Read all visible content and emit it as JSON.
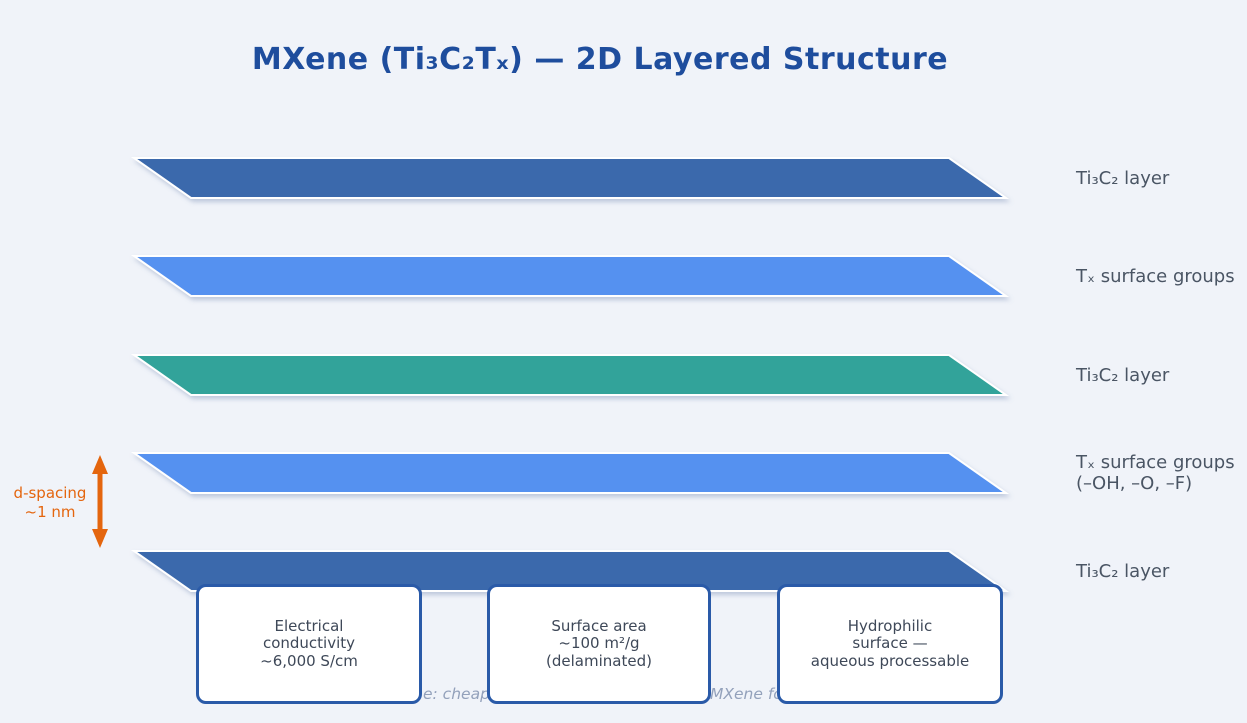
{
  "title": "MXene (Ti₃C₂Tₓ) — 2D Layered Structure",
  "colors": {
    "background": "#f0f3f9",
    "title": "#1e4d9d",
    "mxene_slab": "#3a69ac",
    "surface_groups": "#5591f0",
    "mxene_slab_alt": "#31a39a",
    "d_spacing_accent": "#e4650e",
    "card_border": "#2a5aa8",
    "label_text": "#4a5564"
  },
  "layers": [
    {
      "label": "Ti₃C₂ layer",
      "color": "#3a69ac"
    },
    {
      "label": "Tₓ surface groups",
      "color": "#5591f0"
    },
    {
      "label": "Ti₃C₂ layer",
      "color": "#31a39a"
    },
    {
      "label": "Tₓ surface groups",
      "sublabel": "(–OH, –O, –F)",
      "color": "#5591f0"
    },
    {
      "label": "Ti₃C₂ layer",
      "color": "#3a69ac"
    }
  ],
  "d_spacing": {
    "label_line1": "d-spacing",
    "label_line2": "~1 nm",
    "color": "#e4650e"
  },
  "cards": [
    {
      "lines": [
        "Electrical",
        "conductivity",
        "~6,000 S/cm"
      ]
    },
    {
      "lines": [
        "Surface area",
        "~100 m²/g",
        "(delaminated)"
      ]
    },
    {
      "lines": [
        "Hydrophilic",
        "surface —",
        "aqueous processable"
      ]
    }
  ],
  "caption_fragments": [
    "e: cheap",
    "MXene fo"
  ]
}
